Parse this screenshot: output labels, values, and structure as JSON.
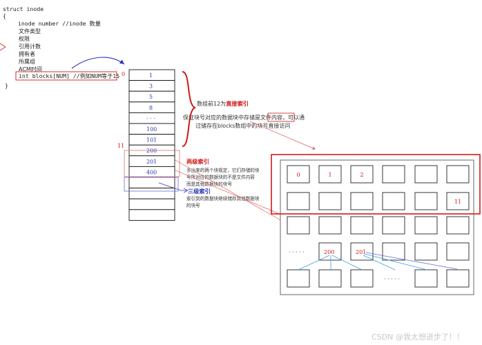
{
  "struct": {
    "lines": [
      "struct inode",
      "{",
      "inode number //inode 数量",
      "文件类型",
      "权限",
      "引用计数",
      "拥有者",
      "所属组",
      "ACM时间",
      "int blocks[NUM] //例如NUM等于15",
      "}"
    ]
  },
  "blocks_array": {
    "index_start": "0",
    "index_eleven": "11",
    "cells": [
      "1",
      "3",
      "5",
      "8",
      "· · ·",
      "100",
      "101",
      "200",
      "201",
      "400",
      "",
      "",
      "",
      ""
    ]
  },
  "annotations": {
    "direct_prefix": "数组前12为",
    "direct_label": "直接索引",
    "direct_desc_1a": "保证块号对应的数据块中存储是",
    "direct_desc_1b": "文件内容",
    "direct_desc_1c": "，可以通",
    "direct_desc_2": "过储存在blocks数组中的块号直接访问",
    "second_label": "两级索引",
    "second_desc": [
      "多出来的两个块规定，它们存储的块",
      "号所对应的数据块的不是文件内容",
      "而是其他数据块的块号"
    ],
    "third_label": "三级索引",
    "third_desc": [
      "索引到的数据块继续储存其他数据块",
      "的块号"
    ]
  },
  "data_blocks": {
    "row1": [
      "0",
      "1",
      "2",
      "",
      "",
      ""
    ],
    "row2": [
      "",
      "",
      "",
      "",
      "",
      "11"
    ],
    "row3": [
      "",
      "",
      "",
      "",
      "",
      ""
    ],
    "row4": [
      "· · · · ·",
      "200",
      "201",
      "",
      "",
      ""
    ],
    "row5": [
      "",
      "",
      "",
      "· · · · ·",
      "",
      ""
    ]
  },
  "watermark": "CSDN @我太想进步了！！"
}
